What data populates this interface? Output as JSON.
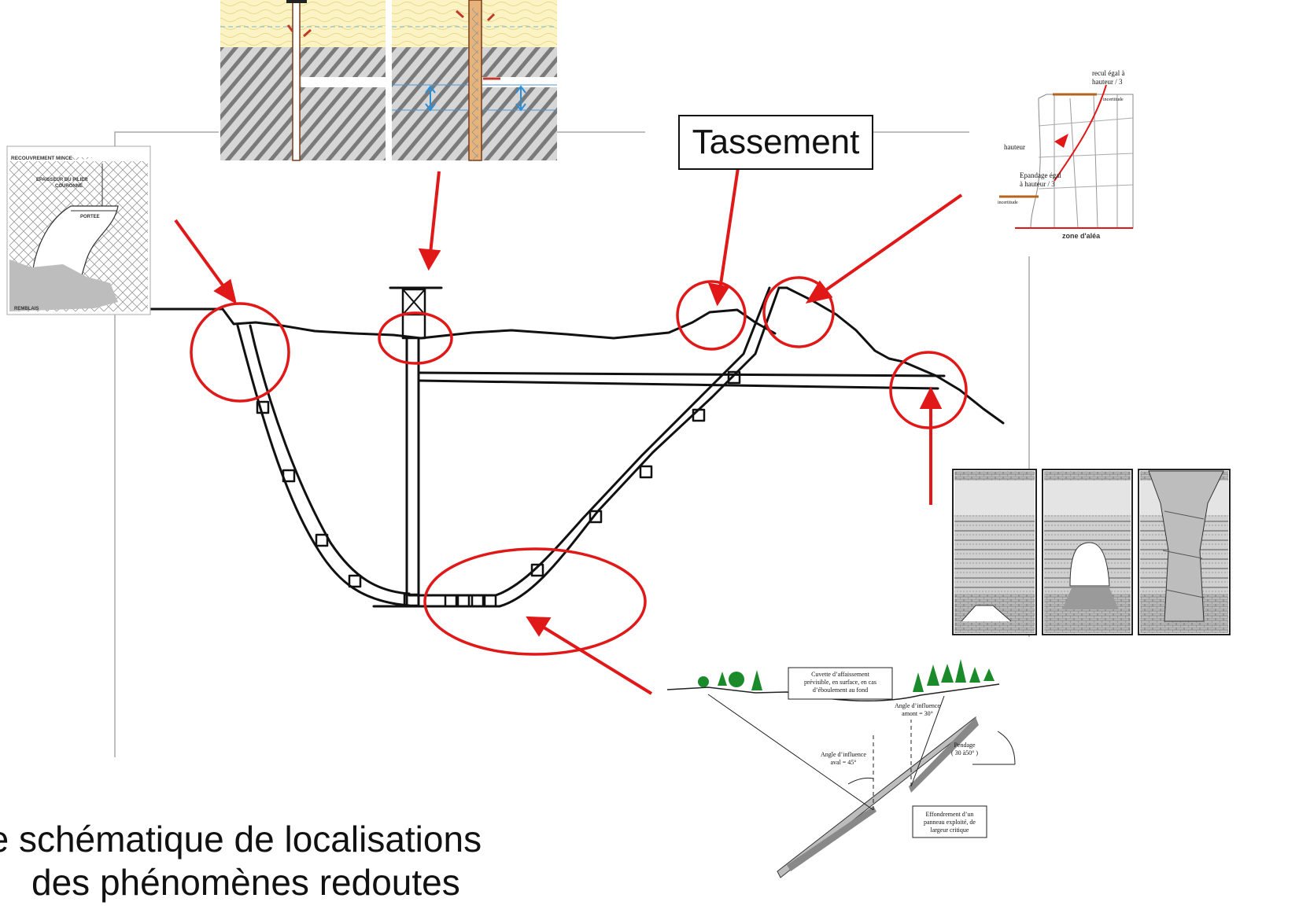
{
  "label_tassement": "Tassement",
  "caption": {
    "line1": "pe schématique de localisations",
    "line2": "des phénomènes redoutes"
  },
  "inset_crown_pillar": {
    "recouvrement": "RECOUVREMENT MINCE",
    "epaisseur_line1": "EPAISSEUR DU PILIER",
    "epaisseur_line2": "COURONNE",
    "portee": "PORTEE",
    "remblais": "REMBLAIS"
  },
  "inset_slope": {
    "recul_line1": "recul égal à",
    "recul_line2": "hauteur / 3",
    "incertitude_top": "incertitude",
    "hauteur": "hauteur",
    "epandage_line1": "Epandage égal",
    "epandage_line2": "à hauteur / 3",
    "incertitude_bottom": "incertitude",
    "zone": "zone d'aléa"
  },
  "inset_subsidence": {
    "cuvette_line1": "Cuvette d’affaissement",
    "cuvette_line2": "prévisible, en surface, en cas",
    "cuvette_line3": "d’éboulement au fond",
    "amont_line1": "Angle d’influence",
    "amont_line2": "amont = 30°",
    "aval_line1": "Angle d’influence",
    "aval_line2": "aval = 45°",
    "pendage_line1": "Pendage",
    "pendage_line2": "( 30 à50° )",
    "effondrement_line1": "Effondrement d’un",
    "effondrement_line2": "panneau exploité, de",
    "effondrement_line3": "largeur critique"
  },
  "colors": {
    "highlight_red": "#e01818",
    "line_black": "#111111",
    "sand_yellow": "#fbf3c4",
    "rock_gray": "#d9d9d9",
    "orange_brown": "#b5651d"
  }
}
